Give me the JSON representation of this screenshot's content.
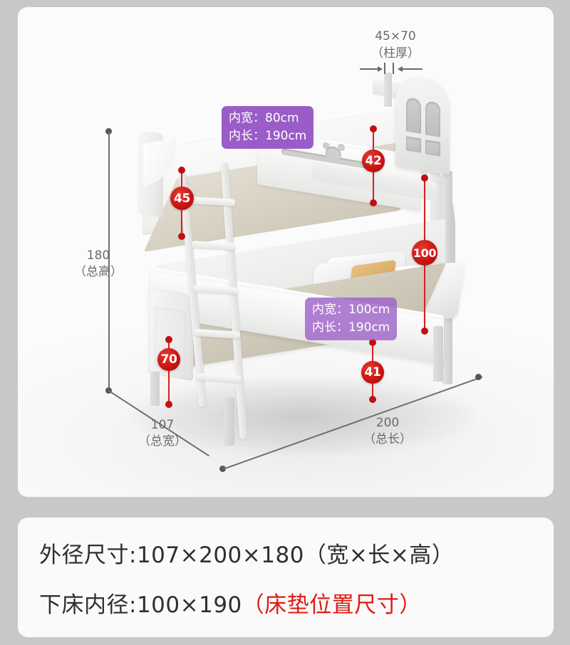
{
  "page": {
    "background_color": "#c8c8c8",
    "card_background": "#fafafa"
  },
  "product_image": {
    "alt_name": "children-bunk-bed-dimension-diagram",
    "pillar_annotation": {
      "size_label": "45×70",
      "caption": "（柱厚）"
    },
    "purple_labels": [
      {
        "id": "upper-bunk-inner",
        "line1": "内宽：80cm",
        "line2": "内长：190cm",
        "color": "#9a5cc6"
      },
      {
        "id": "lower-bunk-inner",
        "line1": "内宽：100cm",
        "line2": "内长：190cm",
        "color": "#9a5cc6"
      }
    ],
    "red_markers": [
      {
        "id": "upper-guardrail-height",
        "value": "45"
      },
      {
        "id": "upper-mattress-to-lower-top",
        "value": "42"
      },
      {
        "id": "lower-panel-height",
        "value": "70"
      },
      {
        "id": "lower-clearance-height",
        "value": "100"
      },
      {
        "id": "lower-mattress-height",
        "value": "41"
      }
    ],
    "gray_dimensions": [
      {
        "id": "total-height",
        "value": "180",
        "caption": "（总高）"
      },
      {
        "id": "total-width",
        "value": "107",
        "caption": "（总宽）"
      },
      {
        "id": "total-length",
        "value": "200",
        "caption": "（总长）"
      }
    ]
  },
  "spec_card": {
    "line1_label": "外径尺寸:",
    "line1_value": "107×200×180",
    "line1_note": "（宽×长×高）",
    "line2_label": "下床内径:",
    "line2_value": "100×190",
    "line2_note": "（床垫位置尺寸）",
    "note_color": "#e01b12"
  }
}
